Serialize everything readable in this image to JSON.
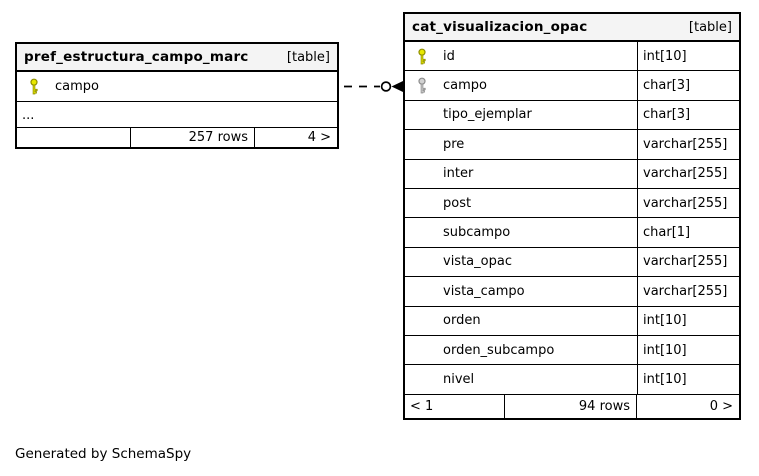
{
  "page": {
    "generated_by": "Generated by SchemaSpy"
  },
  "colors": {
    "primary_key_fill": "#e8e800",
    "primary_key_stroke": "#8f8f00",
    "foreign_key_fill": "#d2d2d2",
    "foreign_key_stroke": "#8c8c8c",
    "header_bg": "#f4f4f4",
    "border": "#000000"
  },
  "connector": {
    "style": "dashed",
    "endpoint": "circle-arrow",
    "from_table": "pref_estructura_campo_marc",
    "from_column": "campo",
    "to_table": "cat_visualizacion_opac",
    "to_column": "campo"
  },
  "tables": [
    {
      "name": "pref_estructura_campo_marc",
      "type_label": "[table]",
      "columns": [
        {
          "name": "campo",
          "type": "",
          "key": "primary"
        }
      ],
      "more_columns_indicator": "...",
      "footer": {
        "left": "",
        "center": "257 rows",
        "right": "4 >"
      }
    },
    {
      "name": "cat_visualizacion_opac",
      "type_label": "[table]",
      "columns": [
        {
          "name": "id",
          "type": "int[10]",
          "key": "primary"
        },
        {
          "name": "campo",
          "type": "char[3]",
          "key": "foreign"
        },
        {
          "name": "tipo_ejemplar",
          "type": "char[3]",
          "key": ""
        },
        {
          "name": "pre",
          "type": "varchar[255]",
          "key": ""
        },
        {
          "name": "inter",
          "type": "varchar[255]",
          "key": ""
        },
        {
          "name": "post",
          "type": "varchar[255]",
          "key": ""
        },
        {
          "name": "subcampo",
          "type": "char[1]",
          "key": ""
        },
        {
          "name": "vista_opac",
          "type": "varchar[255]",
          "key": ""
        },
        {
          "name": "vista_campo",
          "type": "varchar[255]",
          "key": ""
        },
        {
          "name": "orden",
          "type": "int[10]",
          "key": ""
        },
        {
          "name": "orden_subcampo",
          "type": "int[10]",
          "key": ""
        },
        {
          "name": "nivel",
          "type": "int[10]",
          "key": ""
        }
      ],
      "footer": {
        "left": "< 1",
        "center": "94 rows",
        "right": "0 >"
      }
    }
  ]
}
